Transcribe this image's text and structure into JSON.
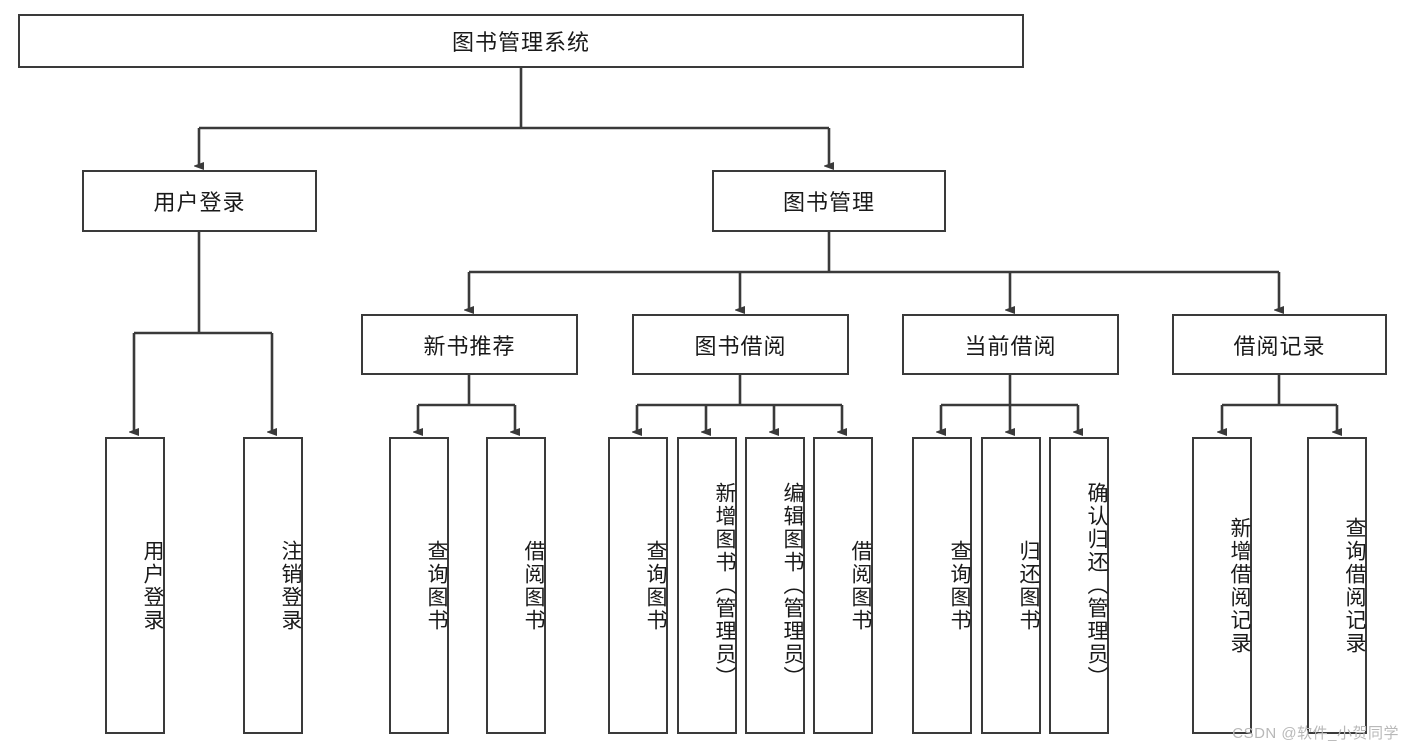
{
  "diagram": {
    "type": "org-chart-tree",
    "title": "图书管理系统",
    "root": {
      "label": "图书管理系统"
    },
    "level2": [
      {
        "label": "用户登录"
      },
      {
        "label": "图书管理"
      }
    ],
    "level3": [
      {
        "label": "新书推荐"
      },
      {
        "label": "图书借阅"
      },
      {
        "label": "当前借阅"
      },
      {
        "label": "借阅记录"
      }
    ],
    "leaves": {
      "user_login": [
        {
          "label": "用户登录"
        },
        {
          "label": "注销登录"
        }
      ],
      "new_book_recommend": [
        {
          "label": "查询图书"
        },
        {
          "label": "借阅图书"
        }
      ],
      "book_borrow": [
        {
          "label": "查询图书"
        },
        {
          "label": "新增图书（管理员）"
        },
        {
          "label": "编辑图书（管理员）"
        },
        {
          "label": "借阅图书"
        }
      ],
      "current_borrow": [
        {
          "label": "查询图书"
        },
        {
          "label": "归还图书"
        },
        {
          "label": "确认归还（管理员）"
        }
      ],
      "borrow_record": [
        {
          "label": "新增借阅记录"
        },
        {
          "label": "查询借阅记录"
        }
      ]
    }
  },
  "watermark": {
    "text": "CSDN @软件_小贺同学"
  },
  "colors": {
    "stroke": "#3a3a3a",
    "text": "#1a1a1a",
    "background": "#ffffff",
    "watermark": "#b8b8b8"
  }
}
